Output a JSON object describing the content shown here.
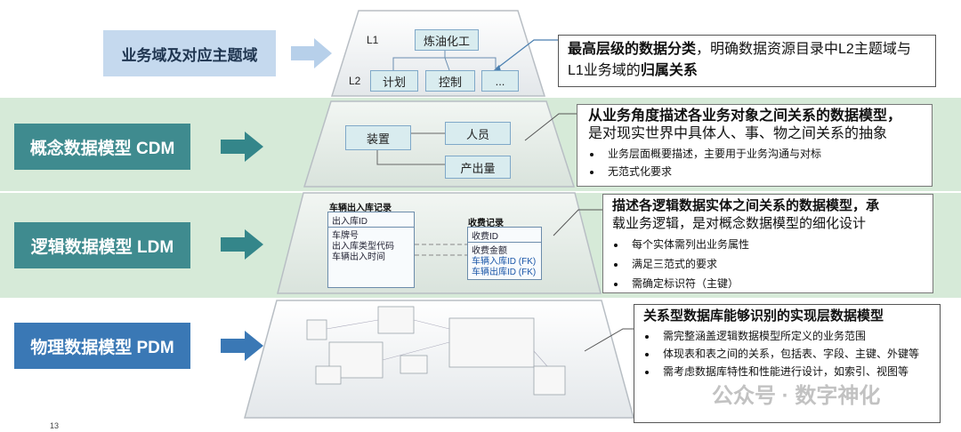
{
  "levels": {
    "domain": {
      "label": "业务域及对应主题域"
    },
    "cdm": {
      "label": "概念数据模型 CDM"
    },
    "ldm": {
      "label": "逻辑数据模型 LDM"
    },
    "pdm": {
      "label": "物理数据模型 PDM"
    }
  },
  "domain_diagram": {
    "l1_label": "L1",
    "l2_label": "L2",
    "root": "炼油化工",
    "children": [
      "计划",
      "控制",
      "..."
    ]
  },
  "domain_desc": {
    "bold1": "最高层级的数据分类",
    "text1": "，明确数据资源目录中L2主题域与",
    "text2": "L1业务域的",
    "bold2": "归属关系"
  },
  "cdm_diagram": {
    "entity_a": "装置",
    "entity_b": "人员",
    "entity_c": "产出量"
  },
  "cdm_desc": {
    "title_line1": "从业务角度描述各业务对象之间关系的数据模型，",
    "title_line2": "是对现实世界中具体人、事、物之间关系的抽象",
    "bullets": [
      "业务层面概要描述，主要用于业务沟通与对标",
      "无范式化要求"
    ]
  },
  "ldm_diagram": {
    "table1_title": "车辆出入库记录",
    "table1_key": "出入库ID",
    "table1_attrs": [
      "车牌号",
      "出入库类型代码",
      "车辆出入时间"
    ],
    "table2_title": "收费记录",
    "table2_key": "收费ID",
    "table2_attrs": [
      "收费金额",
      "车辆入库ID (FK)",
      "车辆出库ID (FK)"
    ]
  },
  "ldm_desc": {
    "title_line1": "描述各逻辑数据实体之间关系的数据模型，承",
    "title_line2": "载业务逻辑，是对概念数据模型的细化设计",
    "bullets": [
      "每个实体需列出业务属性",
      "满足三范式的要求",
      "需确定标识符（主键）"
    ]
  },
  "pdm_desc": {
    "title": "关系型数据库能够识别的实现层数据模型",
    "bullets": [
      "需完整涵盖逻辑数据模型所定义的业务范围",
      "体现表和表之间的关系，包括表、字段、主键、外键等",
      "需考虑数据库特性和性能进行设计，如索引、视图等"
    ]
  },
  "watermark": "公众号 · 数字神化",
  "page_number": "13",
  "colors": {
    "band_green": "#d6ead8",
    "label_light": "#c5d9ee",
    "label_teal": "#3f8b8f",
    "label_blue": "#3a78b5",
    "arrow_light": "#b7d0ea",
    "arrow_teal": "#34868a",
    "arrow_blue": "#3a78b5",
    "node_fill": "#d9ecef"
  }
}
